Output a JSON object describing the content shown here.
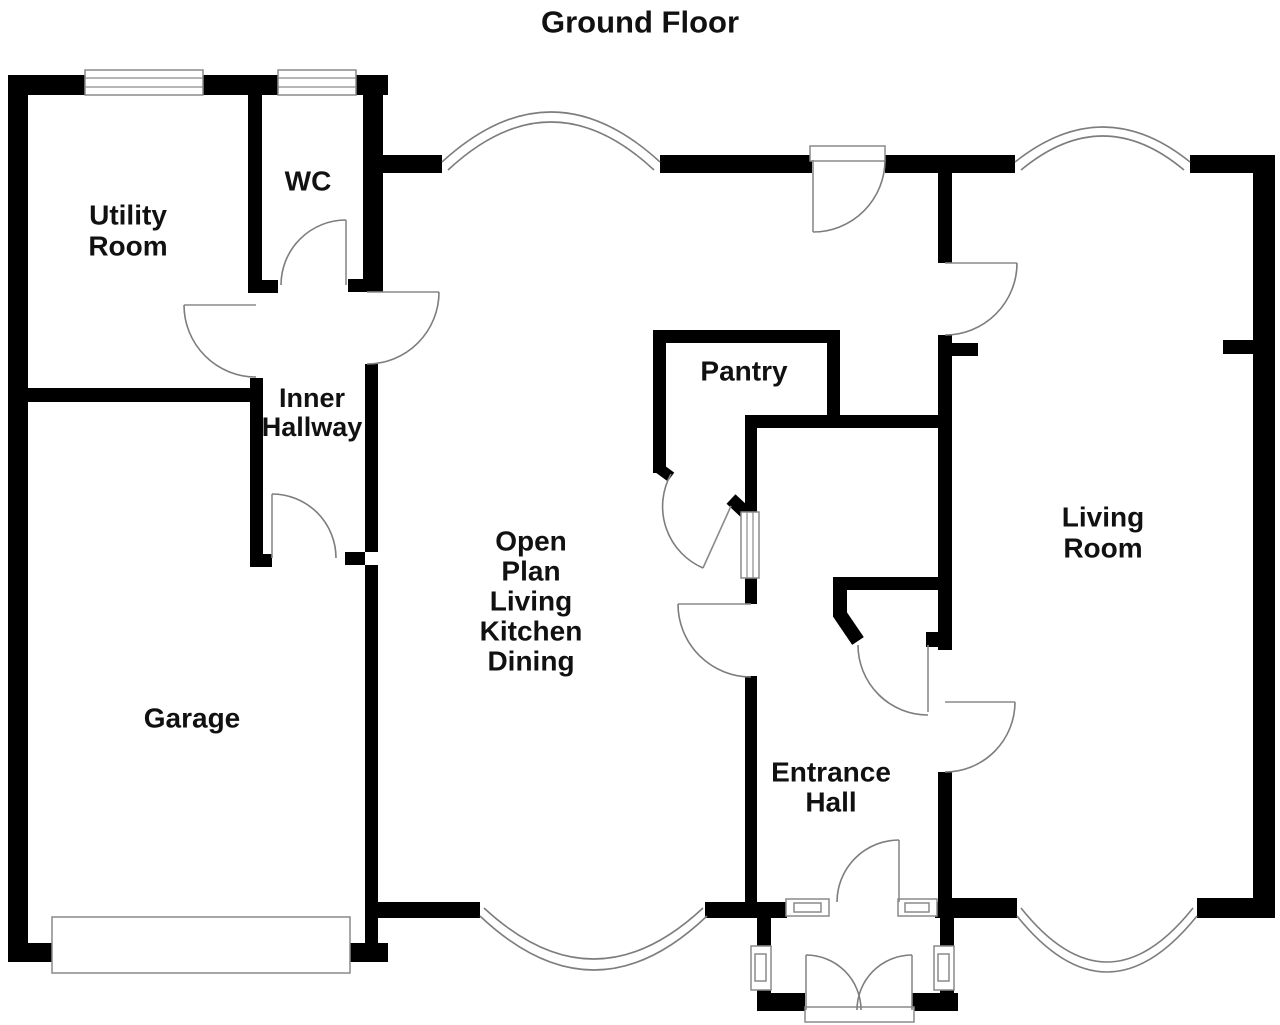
{
  "title": "Ground Floor",
  "colors": {
    "wall": "#000000",
    "thin_line": "#7d7d7d",
    "background": "#ffffff",
    "text": "#111111"
  },
  "rooms": [
    {
      "id": "utility-room",
      "lines": [
        "Utility",
        "Room"
      ]
    },
    {
      "id": "wc",
      "lines": [
        "WC"
      ]
    },
    {
      "id": "inner-hallway",
      "lines": [
        "Inner",
        "Hallway"
      ]
    },
    {
      "id": "garage",
      "lines": [
        "Garage"
      ]
    },
    {
      "id": "open-plan",
      "lines": [
        "Open",
        "Plan",
        "Living",
        "Kitchen",
        "Dining"
      ]
    },
    {
      "id": "pantry",
      "lines": [
        "Pantry"
      ]
    },
    {
      "id": "entrance-hall",
      "lines": [
        "Entrance",
        "Hall"
      ]
    },
    {
      "id": "living-room",
      "lines": [
        "Living",
        "Room"
      ]
    }
  ],
  "symbols": {
    "door": "quarter-circle-swing",
    "double_door": "double-quarter-circle-swing",
    "window": "double-line-rectangle",
    "bay_window": "double-curved-line",
    "garage_door": "wide-white-rectangle"
  }
}
